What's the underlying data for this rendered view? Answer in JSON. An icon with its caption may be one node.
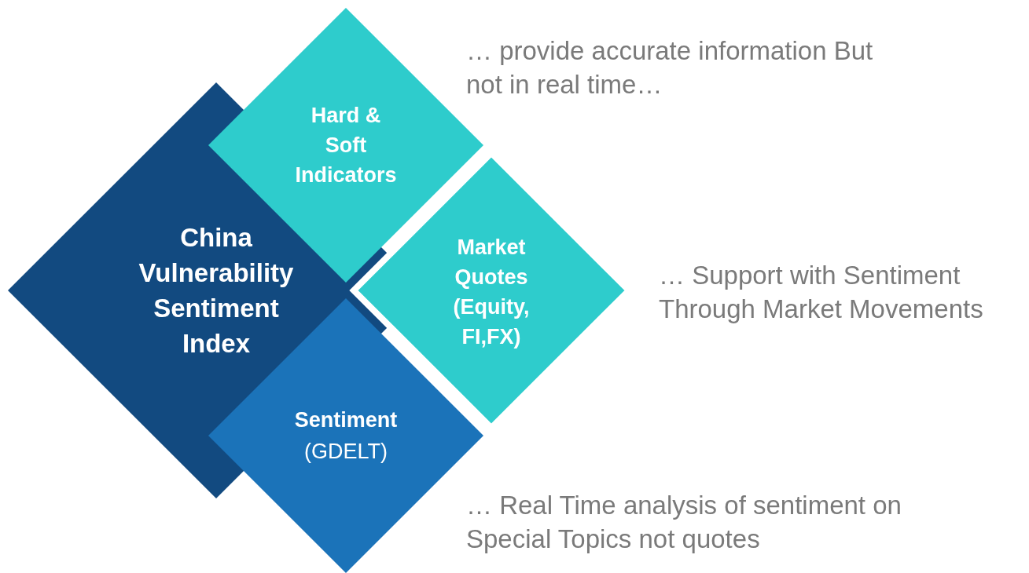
{
  "diagram": {
    "nodes": [
      {
        "text": [
          "China Vulnerability Sentiment Index"
        ]
      },
      {
        "text": [
          "Hard & Soft Indicators"
        ],
        "beside": [
          "… provide accurate information But not in real time…"
        ]
      },
      {
        "text": [
          "Market Quotes (Equity, FI,FX)"
        ],
        "beside": [
          "… Support with Sentiment Through Market Movements"
        ]
      },
      {
        "text": [
          "Sentiment",
          "(GDELT)"
        ],
        "beside": [
          "… Real Time analysis of sentiment on Special Topics not quotes"
        ]
      }
    ]
  }
}
